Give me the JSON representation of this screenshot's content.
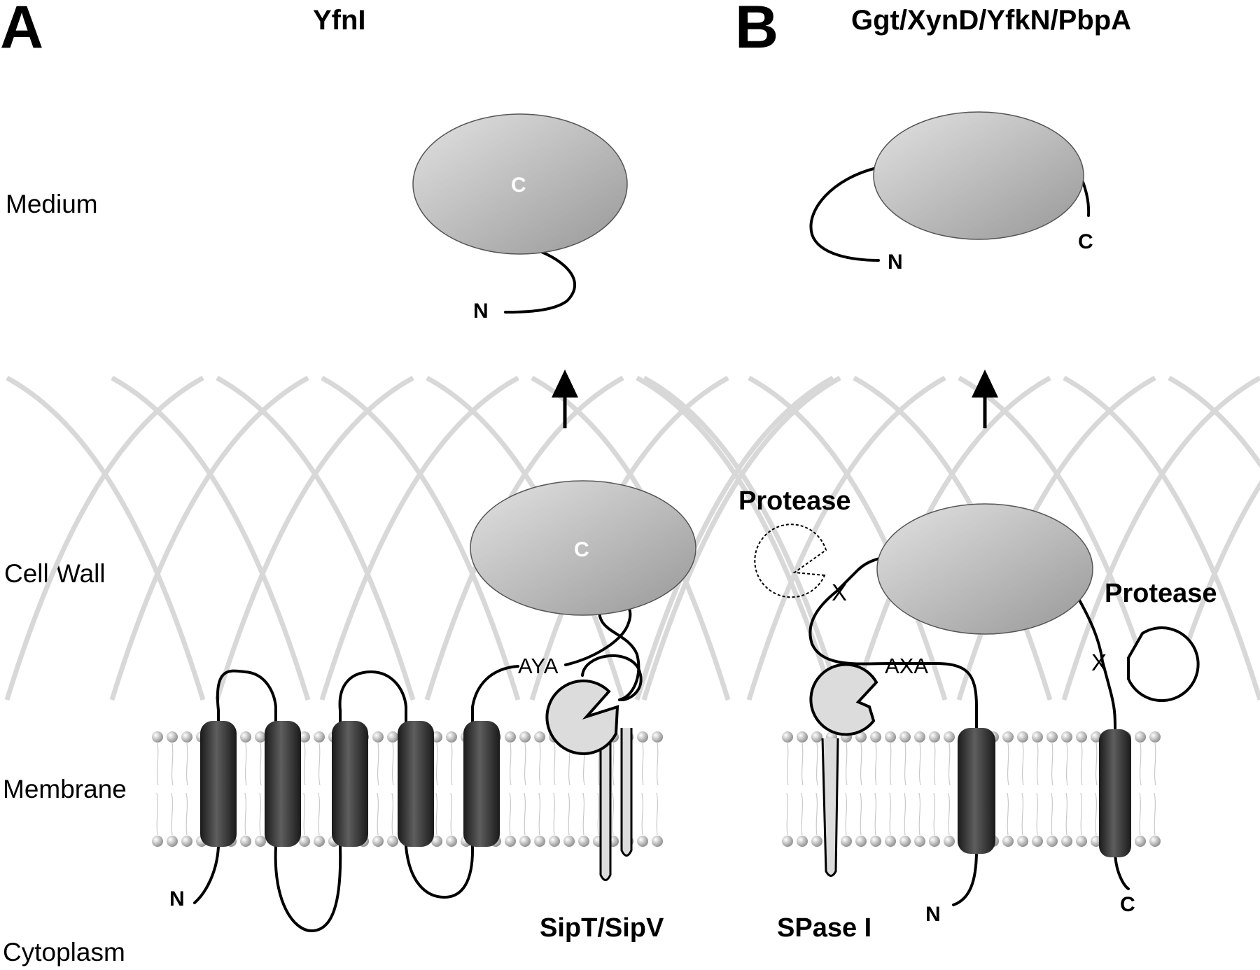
{
  "panels": [
    {
      "letter": "A",
      "title": "YfnI"
    },
    {
      "letter": "B",
      "title": "Ggt/XynD/YfkN/PbpA"
    }
  ],
  "compartments": {
    "medium": "Medium",
    "cell_wall": "Cell Wall",
    "membrane": "Membrane",
    "cytoplasm": "Cytoplasm"
  },
  "panel_a": {
    "secreted_domain_label": "C",
    "secreted_n_terminus": "N",
    "wall_domain_label": "C",
    "cleavage_motif": "AYA",
    "membrane_n_terminus": "N",
    "signal_peptidase": "SipT/SipV"
  },
  "panel_b": {
    "secreted_n_terminus": "N",
    "secreted_c_terminus": "C",
    "protease_left": "Protease",
    "protease_right": "Protease",
    "cleavage_site_left": "X",
    "cleavage_site_right": "X",
    "cleavage_motif": "AXA",
    "membrane_n_terminus": "N",
    "membrane_c_terminus": "C",
    "signal_peptidase": "SPase I"
  },
  "colors": {
    "domain_gradient_light": "#dedede",
    "domain_gradient_dark": "#9a9a9a",
    "helix_dark": "#2a2a2a",
    "helix_light": "#6a6a6a",
    "enzyme_fill": "#dcdcdc",
    "wall_fibers": "#d8d8d8"
  }
}
